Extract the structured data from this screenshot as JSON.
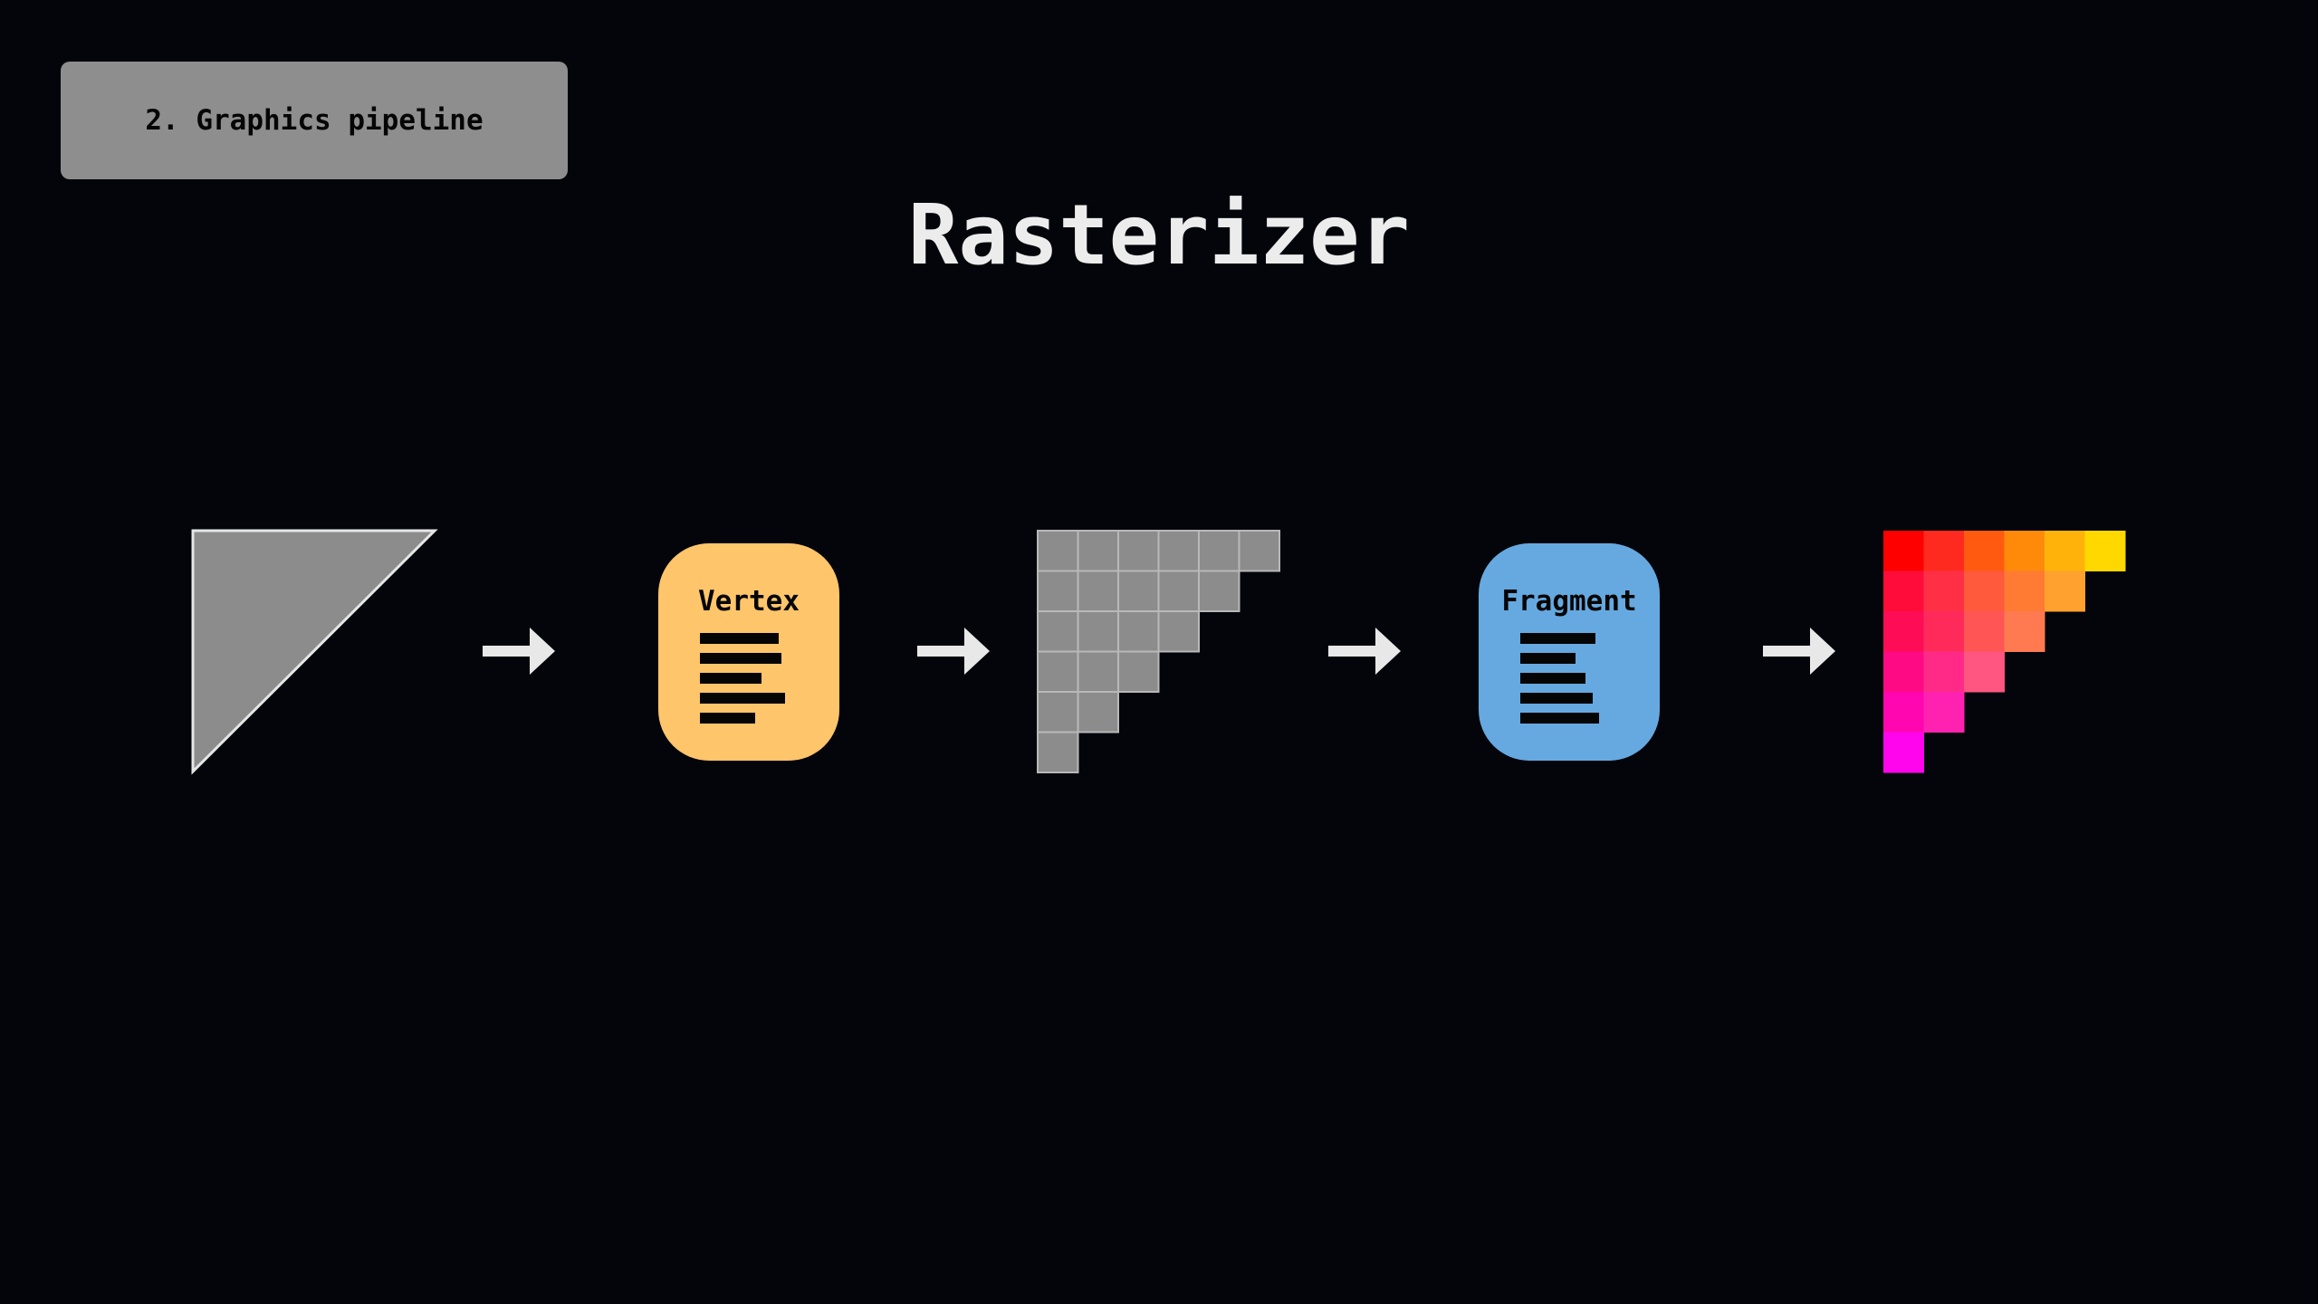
{
  "section_tag": "2. Graphics pipeline",
  "title": "Rasterizer",
  "stages": {
    "vertex": {
      "label": "Vertex",
      "color": "#ffc56b",
      "code_lines": [
        0.79,
        0.82,
        0.62,
        0.85,
        0.55
      ]
    },
    "fragment": {
      "label": "Fragment",
      "color": "#66a9e0",
      "code_lines": [
        0.75,
        0.55,
        0.65,
        0.73,
        0.79
      ]
    }
  },
  "colors": {
    "background": "#03050a",
    "primitive_fill": "#8c8c8c",
    "primitive_stroke": "#e6e6e6",
    "grid_fill": "#8c8c8c",
    "grid_line": "#b8b8b8",
    "arrow": "#e8e8e8",
    "code_line": "#050505"
  },
  "icons": [
    "triangle-primitive-icon",
    "arrow-right-icon",
    "pixel-grid-icon",
    "shaded-pixels-icon"
  ],
  "shaded_pixels": [
    [
      "#ff0000",
      "#ff2a1f",
      "#ff5a10",
      "#ff8a0a",
      "#ffb30a",
      "#ffd800"
    ],
    [
      "#ff0c3a",
      "#ff2f45",
      "#ff5a3c",
      "#ff7a33",
      "#ffa12e"
    ],
    [
      "#ff0c56",
      "#ff2a5a",
      "#ff5555",
      "#ff7a50"
    ],
    [
      "#ff0a85",
      "#ff2a88",
      "#ff5580"
    ],
    [
      "#ff06b0",
      "#ff22b0"
    ],
    [
      "#ff05ee"
    ]
  ]
}
